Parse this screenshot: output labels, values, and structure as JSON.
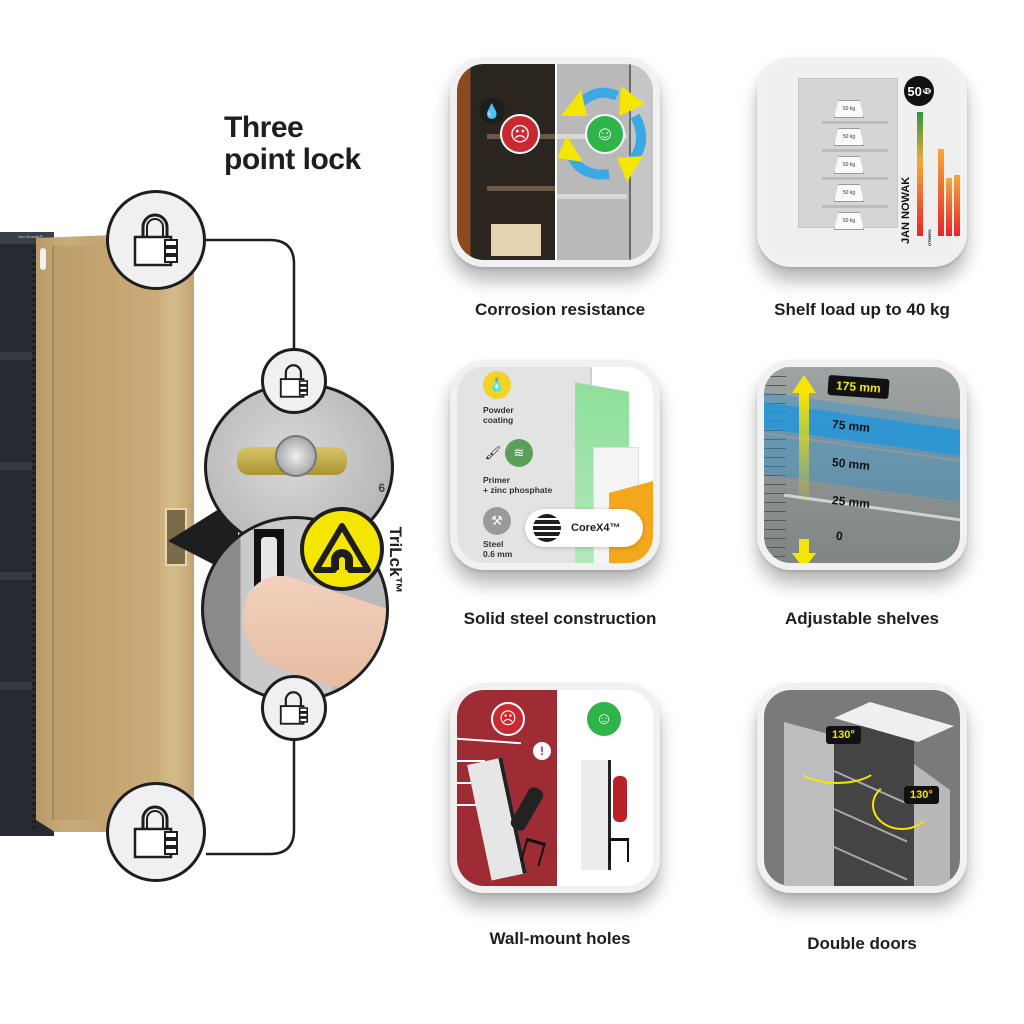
{
  "title": {
    "line1": "Three",
    "line2": "point lock"
  },
  "cabinet": {
    "brand_plate": "Jan Nowak®",
    "door_color": "#c4a672",
    "body_color": "#262b31"
  },
  "lock_system": {
    "badge_icon": "trilock-logo-icon",
    "badge_color": "#f5e600",
    "name": "TriLck™",
    "lock_icon": "padlock-icon",
    "zoom_detail_number": "6"
  },
  "features": [
    {
      "id": "corrosion",
      "label": "Corrosion resistance",
      "icons": [
        "water-drop-icon",
        "sad-face-icon",
        "happy-face-icon",
        "recycle-arrows-icon"
      ]
    },
    {
      "id": "shelf-load",
      "label": "Shelf load up to 40 kg",
      "pin_value": "50",
      "pin_unit": "kg",
      "brand_label": "JAN NOWAK",
      "others_label": "OTHERS",
      "weight_tags": [
        "50 kg",
        "50 kg",
        "50 kg",
        "50 kg",
        "50 kg"
      ],
      "bars": {
        "jan_nowak": 1.0,
        "others": [
          0.7,
          0.47,
          0.49
        ]
      }
    },
    {
      "id": "steel",
      "label": "Solid steel construction",
      "layers": [
        {
          "icon": "spray-can-icon",
          "text1": "Powder",
          "text2": "coating"
        },
        {
          "icon": "phosphate-icon",
          "text1": "Primer",
          "text2": "+ zinc phosphate"
        },
        {
          "icon": "steel-press-icon",
          "text1": "Steel",
          "text2": "0.6 mm"
        }
      ],
      "core_badge": "CoreX4™"
    },
    {
      "id": "adjustable",
      "label": "Adjustable shelves",
      "max_tag": "175 mm",
      "marks": [
        "75 mm",
        "50 mm",
        "25 mm",
        "0"
      ]
    },
    {
      "id": "wall-mount",
      "label": "Wall-mount holes",
      "alert": "!"
    },
    {
      "id": "double-doors",
      "label": "Double doors",
      "angle_left": "130°",
      "angle_right": "130°"
    }
  ],
  "colors": {
    "text": "#1e1e1e",
    "accent_yellow": "#f5e600",
    "sad_red": "#c92a32",
    "happy_green": "#2fb44a",
    "wall_red": "#9d2c34",
    "core_orange": "#f2a71c"
  }
}
